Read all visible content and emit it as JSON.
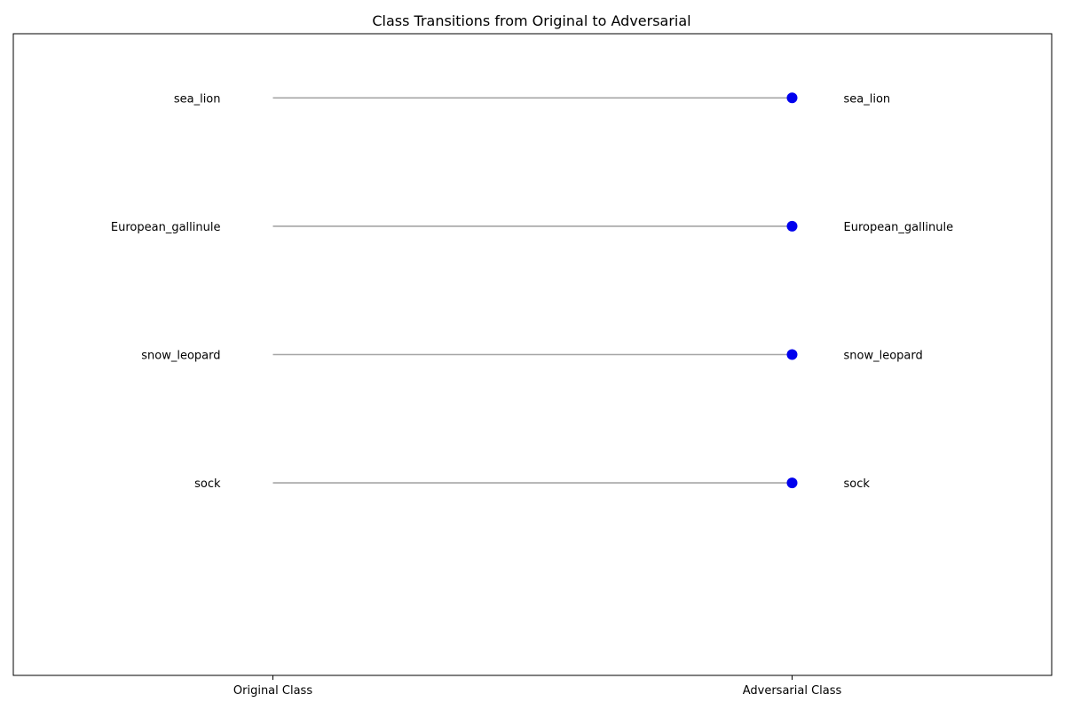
{
  "chart_data": {
    "type": "dumbbell",
    "title": "Class Transitions from Original to Adversarial",
    "categories": [
      "Original Class",
      "Adversarial Class"
    ],
    "transitions": [
      {
        "original": "sea_lion",
        "adversarial": "sea_lion"
      },
      {
        "original": "European_gallinule",
        "adversarial": "European_gallinule"
      },
      {
        "original": "snow_leopard",
        "adversarial": "snow_leopard"
      },
      {
        "original": "sock",
        "adversarial": "sock"
      }
    ],
    "xlim": [
      -0.5,
      1.5
    ],
    "ylim": [
      -0.5,
      4.5
    ],
    "grid": false,
    "line_color": "#a6a6a6",
    "marker_color": "#0000ee"
  }
}
